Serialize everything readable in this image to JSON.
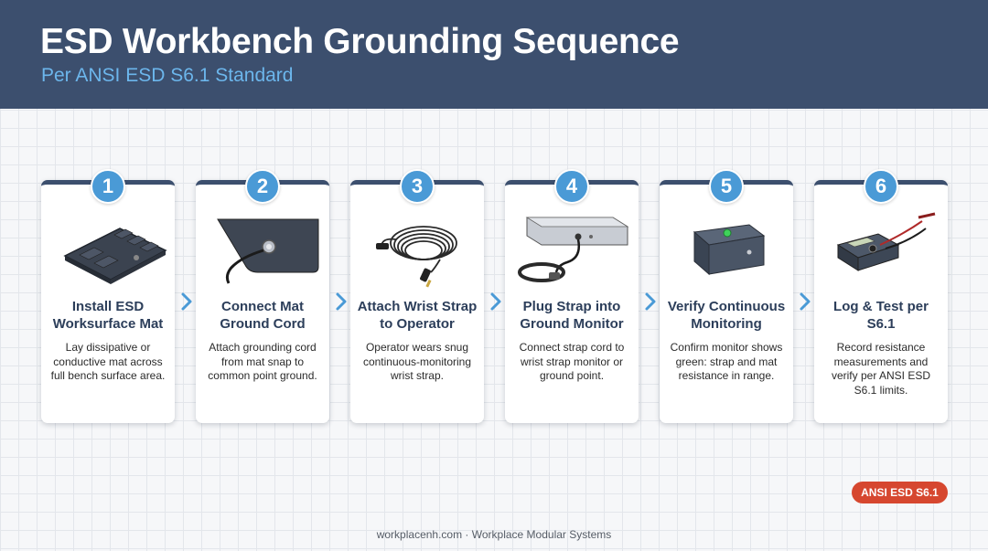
{
  "header": {
    "title": "ESD Workbench Grounding Sequence",
    "subtitle": "Per ANSI ESD S6.1 Standard"
  },
  "steps": [
    {
      "number": "1",
      "title": "Install ESD Worksurface Mat",
      "description": "Lay dissipative or conductive mat across full bench surface area.",
      "icon": "esd-mat-icon"
    },
    {
      "number": "2",
      "title": "Connect Mat Ground Cord",
      "description": "Attach grounding cord from mat snap to common point ground.",
      "icon": "mat-snap-cord-icon"
    },
    {
      "number": "3",
      "title": "Attach Wrist Strap to Operator",
      "description": "Operator wears snug continuous-monitoring wrist strap.",
      "icon": "coiled-cord-icon"
    },
    {
      "number": "4",
      "title": "Plug Strap into Ground Monitor",
      "description": "Connect strap cord to wrist strap monitor or ground point.",
      "icon": "ground-monitor-icon"
    },
    {
      "number": "5",
      "title": "Verify Continuous Monitoring",
      "description": "Confirm monitor shows green: strap and mat resistance in range.",
      "icon": "monitor-green-icon"
    },
    {
      "number": "6",
      "title": "Log & Test per S6.1",
      "description": "Record resistance measurements and verify per ANSI ESD S6.1 limits.",
      "icon": "multimeter-icon"
    }
  ],
  "standard_badge": "ANSI ESD S6.1",
  "footer": "workplacenh.com · Workplace Modular Systems",
  "colors": {
    "header_bg": "#3c4f6e",
    "accent_blue": "#4a9ad6",
    "badge_red": "#d6472f"
  }
}
